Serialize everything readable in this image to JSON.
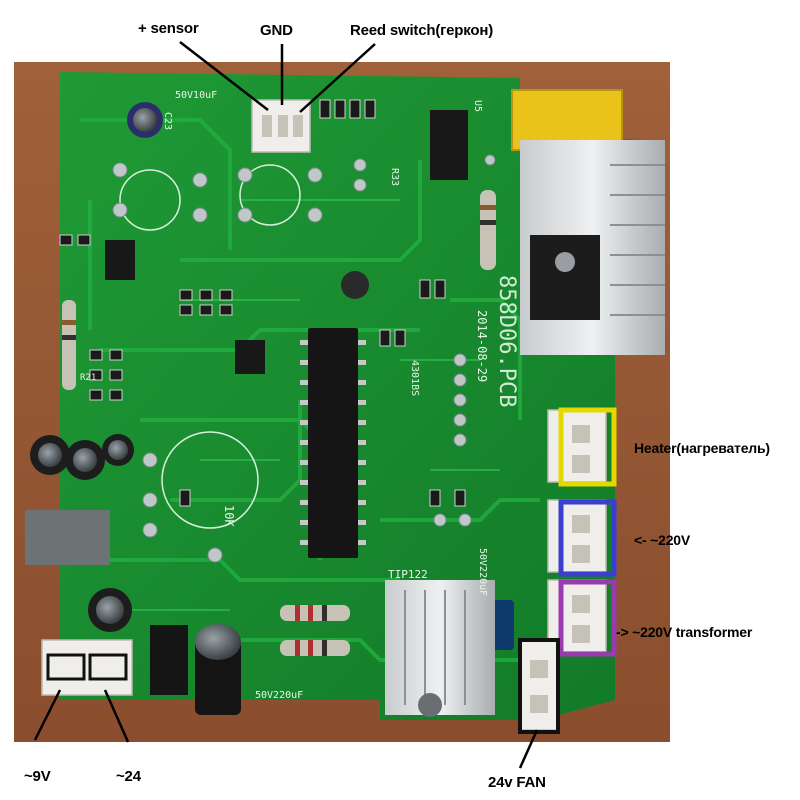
{
  "callouts": {
    "sensor": "+ sensor",
    "gnd": "GND",
    "reed": "Reed switch(геркон)",
    "heater": "Heater(нагреватель)",
    "v220": "<- ~220V",
    "v220_transformer": "-> ~220V transformer",
    "v9": "~9V",
    "v24": "~24",
    "fan": "24v FAN"
  },
  "silkscreen": {
    "board_id": "858D06.PCB",
    "date": "2014-08-29",
    "cap_top": "50V10uF",
    "cap_bottom": "50V220uF",
    "cap_right": "50V220uF",
    "transistor": "TIP122",
    "r33": "R33",
    "r21": "R21",
    "c23": "C23",
    "u5": "U5",
    "code": "4301BS",
    "r10k": "10K"
  },
  "colors": {
    "pcb": "#1a8a2e",
    "pcb_dark": "#0f6b22",
    "heater_box": "#e5d800",
    "v220_box": "#3a3fd0",
    "transformer_box": "#9a3ab0"
  }
}
